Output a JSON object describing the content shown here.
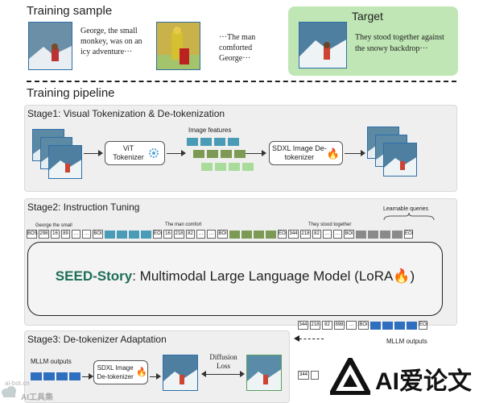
{
  "training_sample": {
    "title": "Training sample",
    "caption1": "George, the small monkey, was on an icy adventure···",
    "caption2": "···The man comforted George···"
  },
  "target": {
    "title": "Target",
    "caption": "They stood together against the snowy backdrop···"
  },
  "pipeline": {
    "title": "Training pipeline"
  },
  "stage1": {
    "title": "Stage1: Visual Tokenization & De-tokenization",
    "vit_label": "ViT Tokenizer",
    "image_features": "Image features",
    "detok_label": "SDXL Image De-tokenizer"
  },
  "stage2": {
    "title": "Stage2: Instruction Tuning",
    "text1": "George the small",
    "text2": "The  man  comfort",
    "text3": "They stood together",
    "learnable": "Learnable queries",
    "tokens_a": [
      "BOS",
      "298",
      "16",
      "89",
      "…",
      "…",
      "BOI"
    ],
    "eoi_a": "EOI",
    "tokens_b": [
      "16",
      "218",
      "82",
      "…",
      "…",
      "BOI"
    ],
    "eoi_b": "EOI",
    "tokens_c": [
      "344",
      "218",
      "82",
      "…",
      "…",
      "BOI"
    ],
    "eoi_c": "EOI",
    "model_brand": "SEED-Story",
    "model_rest": ": Multimodal Large Language Model (LoRA",
    "model_close": ")",
    "out_tokens": [
      "344",
      "218",
      "82",
      "898",
      "…",
      "BOI"
    ],
    "out_eoi": "EOI",
    "mllm_outputs": "MLLM outputs",
    "bottom_token": "344"
  },
  "stage3": {
    "title": "Stage3: De-tokenizer Adaptation",
    "mllm_outputs": "MLLM outputs",
    "detok_label": "SDXL Image De-tokenizer",
    "loss_label": "Diffusion Loss"
  },
  "watermark": {
    "left_url": "ai-bot.cn",
    "left_text": "AI工具集",
    "right_text": "AI爱论文"
  },
  "colors": {
    "teal": "#4a9bb5",
    "olive": "#7d9a54",
    "light_green": "#a9dc9b",
    "blue": "#2e6fbf",
    "gray_query": "#8a8a8a",
    "brand_green": "#1f6e57",
    "target_bg": "#bfe6b4"
  }
}
